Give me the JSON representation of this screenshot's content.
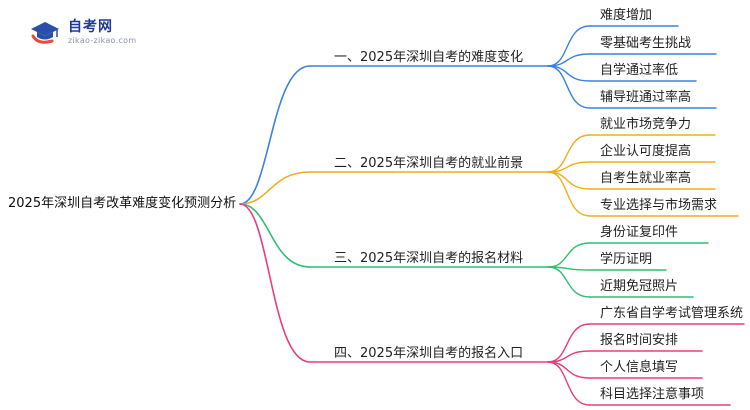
{
  "logo": {
    "name": "自考网",
    "url": "zikao-zikao.com",
    "icon": "graduation-cap-icon",
    "colors": {
      "cap": "#2b4ea8",
      "swoosh": "#e84a3c"
    }
  },
  "root": {
    "label": "2025年深圳自考改革难度变化预测分析"
  },
  "branches": [
    {
      "label": "一、2025年深圳自考的难度变化",
      "color": "#3b82e0",
      "children": [
        "难度增加",
        "零基础考生挑战",
        "自学通过率低",
        "辅导班通过率高"
      ]
    },
    {
      "label": "二、2025年深圳自考的就业前景",
      "color": "#f0ad1c",
      "children": [
        "就业市场竞争力",
        "企业认可度提高",
        "自考生就业率高",
        "专业选择与市场需求"
      ]
    },
    {
      "label": "三、2025年深圳自考的报名材料",
      "color": "#2fbf71",
      "children": [
        "身份证复印件",
        "学历证明",
        "近期免冠照片"
      ]
    },
    {
      "label": "四、2025年深圳自考的报名入口",
      "color": "#e83e7c",
      "children": [
        "广东省自学考试管理系统",
        "报名时间安排",
        "个人信息填写",
        "科目选择注意事项"
      ]
    }
  ]
}
